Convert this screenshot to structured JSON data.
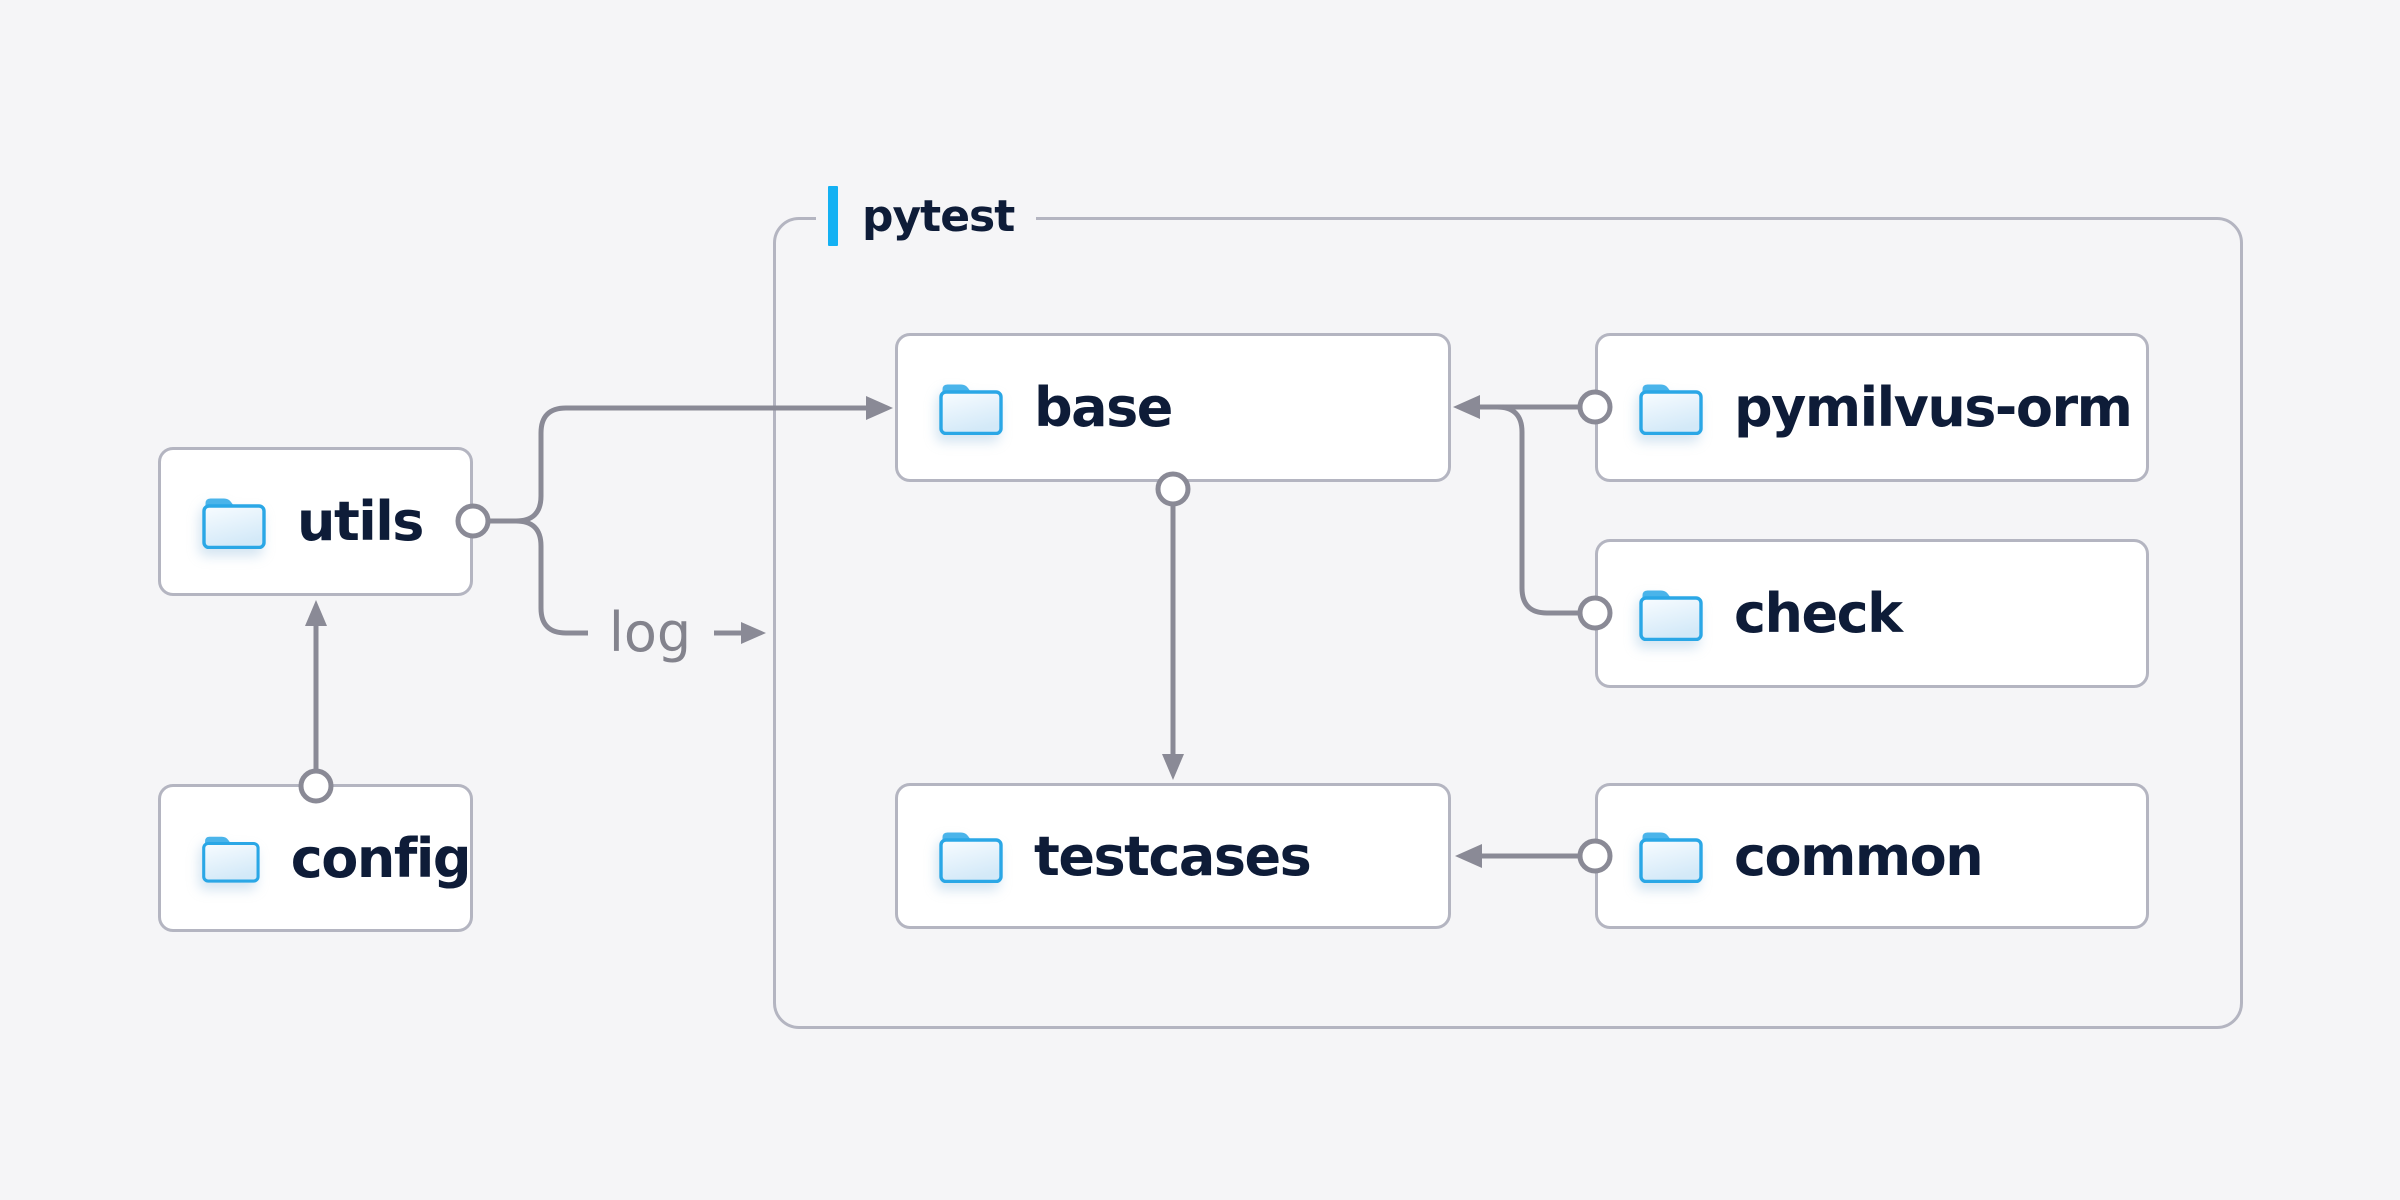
{
  "page": {
    "title": "pytest module dependency diagram"
  },
  "colors": {
    "background": "#f5f5f7",
    "box_fill": "#ffffff",
    "box_border": "#b4b5c1",
    "line": "#8a8a96",
    "label_text": "#0e1c38",
    "muted_text": "#83838d",
    "accent_blue": "#14b1f3",
    "folder_blue": "#2aa7e6",
    "folder_tab": "#4ab4ea",
    "folder_fill_top": "#f8fcff",
    "folder_fill_bottom": "#d3e9f8"
  },
  "diagram": {
    "group": {
      "label": "pytest"
    },
    "nodes": {
      "utils": {
        "label": "utils"
      },
      "config": {
        "label": "config"
      },
      "base": {
        "label": "base"
      },
      "pymilvus_orm": {
        "label": "pymilvus-orm"
      },
      "check": {
        "label": "check"
      },
      "testcases": {
        "label": "testcases"
      },
      "common": {
        "label": "common"
      }
    },
    "edge_label_log": "log",
    "edges": [
      {
        "from": "config",
        "to": "utils"
      },
      {
        "from": "utils",
        "to": "base"
      },
      {
        "from": "utils",
        "to": "pytest",
        "label": "log"
      },
      {
        "from": "pymilvus-orm",
        "to": "base"
      },
      {
        "from": "check",
        "to": "base"
      },
      {
        "from": "base",
        "to": "testcases"
      },
      {
        "from": "common",
        "to": "testcases"
      }
    ]
  }
}
